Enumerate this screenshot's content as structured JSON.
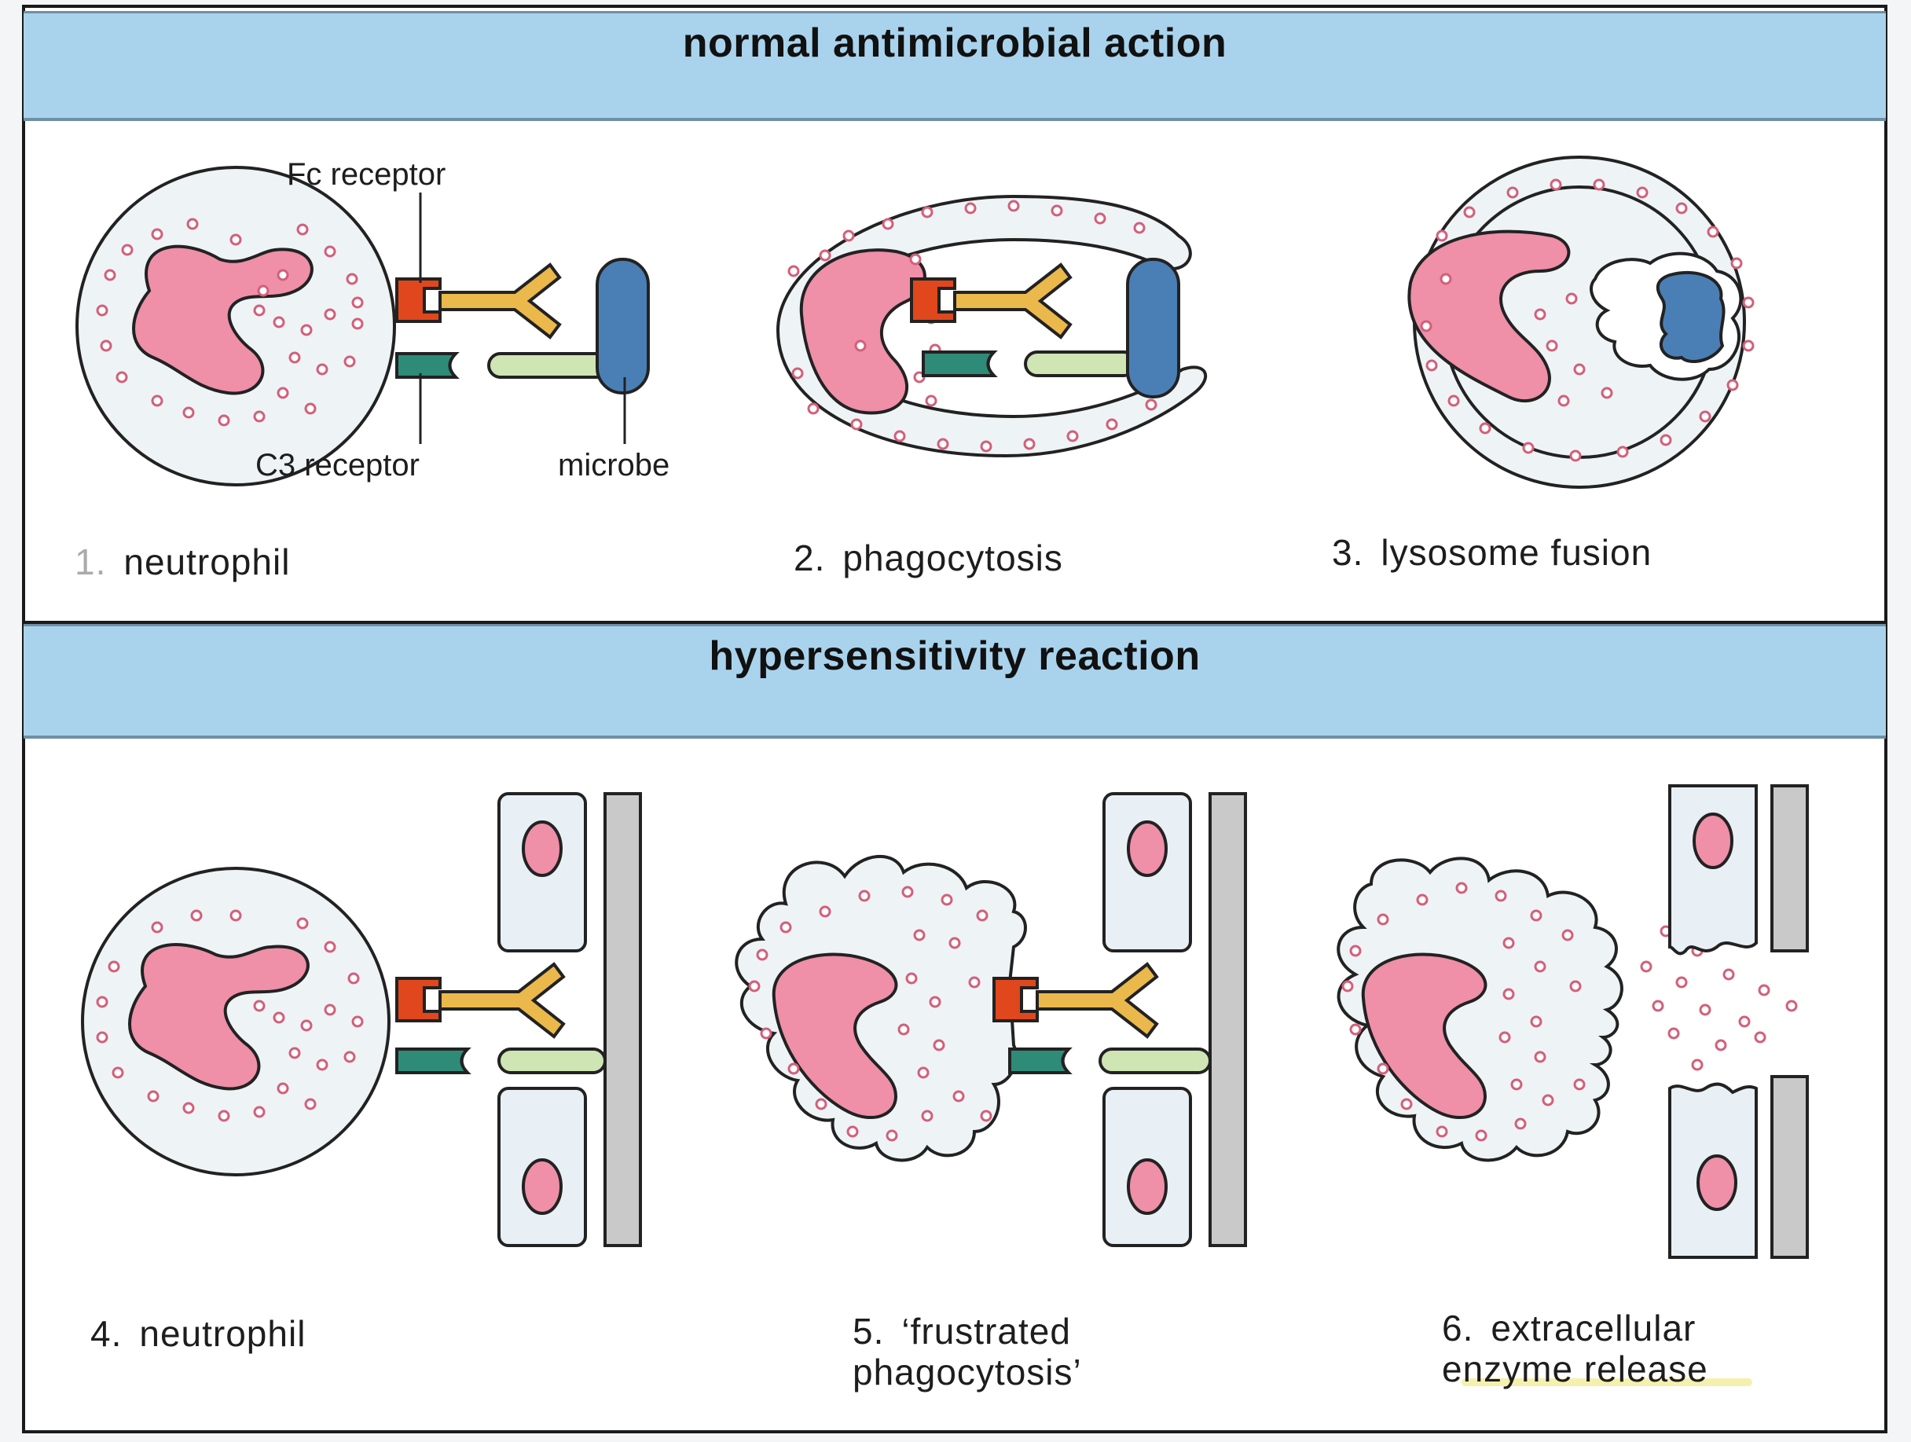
{
  "sections": [
    {
      "header": "normal antimicrobial action",
      "stages": [
        {
          "number": "1.",
          "label": "neutrophil"
        },
        {
          "number": "2.",
          "label": "phagocytosis"
        },
        {
          "number": "3.",
          "label": "lysosome fusion"
        }
      ]
    },
    {
      "header": "hypersensitivity reaction",
      "stages": [
        {
          "number": "4.",
          "label": "neutrophil"
        },
        {
          "number": "5.",
          "label_line1": "‘frustrated",
          "label_line2": "phagocytosis’"
        },
        {
          "number": "6.",
          "label_line1": "extracellular",
          "label_line2": "enzyme release"
        }
      ]
    }
  ],
  "callouts": {
    "fc_receptor": "Fc receptor",
    "c3_receptor": "C3 receptor",
    "microbe": "microbe"
  },
  "colors": {
    "header_band": "#a9d3ec",
    "nucleus": "#ef8fa8",
    "granule": "#d2607a",
    "cytoplasm": "#eef3f6",
    "fc_receptor": "#e0471c",
    "c3_receptor": "#2e8b78",
    "antibody": "#eab84b",
    "complement": "#cfe5b4",
    "microbe": "#4a7fb5",
    "basement_membrane": "#c9c9c9",
    "endothelial_cell": "#e9f0f5"
  }
}
